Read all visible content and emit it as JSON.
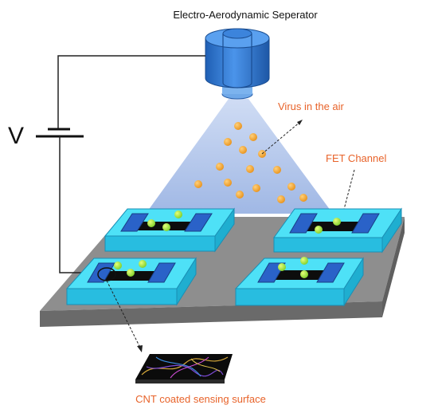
{
  "labels": {
    "separator": "Electro-Aerodynamic Seperator",
    "virus": "Virus in the air",
    "fet": "FET Channel",
    "voltage": "V",
    "cnt": "CNT coated sensing surface"
  },
  "colors": {
    "virus_label": "#e8632a",
    "virus_particle": "#f4a62a",
    "particle_green": "#a6ea3a",
    "fet_fill": "#39d7f5",
    "separator_blue": "#2f7ad9",
    "substrate_top": "#8c8c8c",
    "cone": "#9eb8e6"
  }
}
